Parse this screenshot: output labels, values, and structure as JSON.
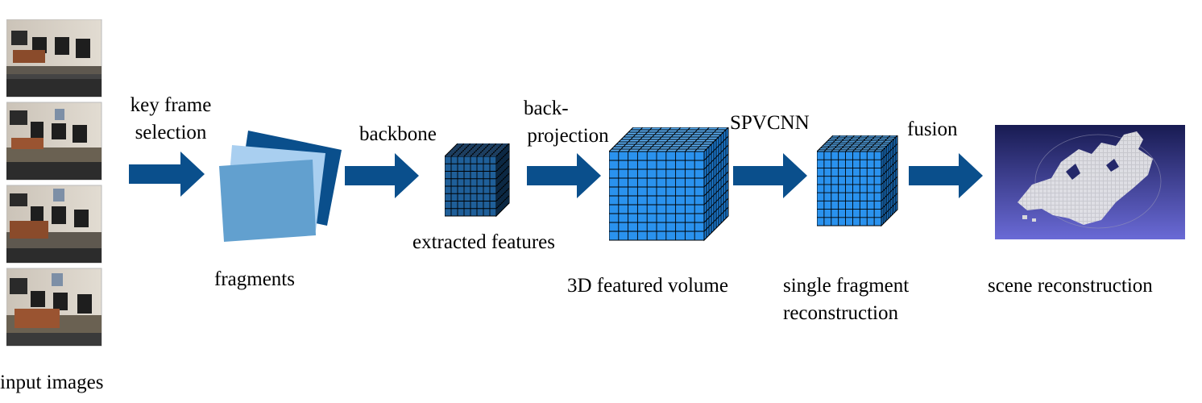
{
  "diagram": {
    "labels": {
      "input_images": "input images",
      "key_frame_line1": "key frame",
      "key_frame_line2": "selection",
      "fragments": "fragments",
      "backbone": "backbone",
      "extracted_features": "extracted features",
      "back_projection_line1": "back-",
      "back_projection_line2": "projection",
      "featured_volume": "3D featured volume",
      "spvcnn": "SPVCNN",
      "single_fragment_line1": "single fragment",
      "single_fragment_line2": "reconstruction",
      "fusion": "fusion",
      "scene_reconstruction": "scene reconstruction"
    },
    "colors": {
      "arrow": "#0a4f8c",
      "fragment_dark": "#0a4f8c",
      "fragment_light": "#a9cff0",
      "fragment_mid": "#62a0cf",
      "feature_cube": "#1f5f99",
      "volume_cube": "#2a92ee",
      "scene_bg_top": "#181b52",
      "scene_bg_bottom": "#6a6ad6",
      "mesh": "#d4d4d6"
    }
  }
}
